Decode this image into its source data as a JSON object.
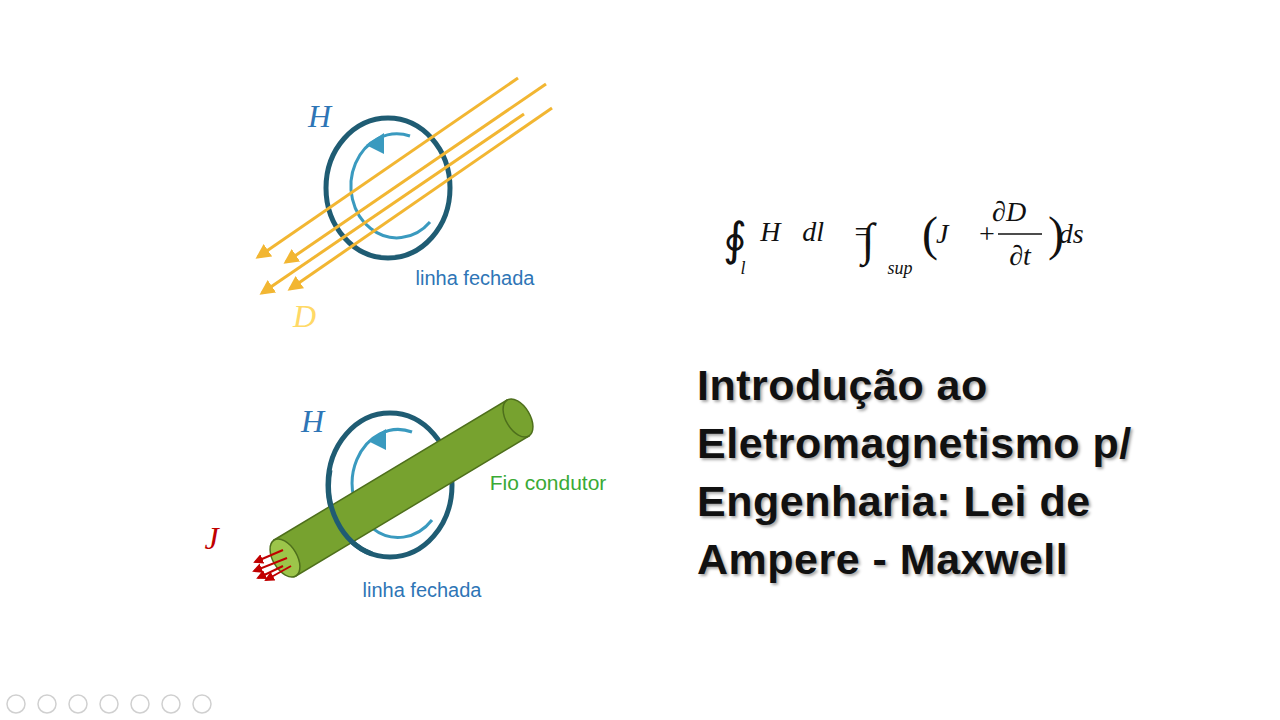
{
  "diagram": {
    "title": "Introdução ao Eletromagnetismo p/ Engenharia:  Lei de Ampere - Maxwell",
    "labels": [
      "H⃗",
      "linha fechada",
      "D⃗",
      "H⃗",
      "Fio condutor",
      "J⃗",
      "linha fechada",
      "∮",
      "l",
      "H⃗dl⃗ =",
      "∫",
      "sup",
      "(",
      "J⃗ +",
      "∂D⃗",
      "∂t",
      ")",
      "ds⃗"
    ]
  }
}
